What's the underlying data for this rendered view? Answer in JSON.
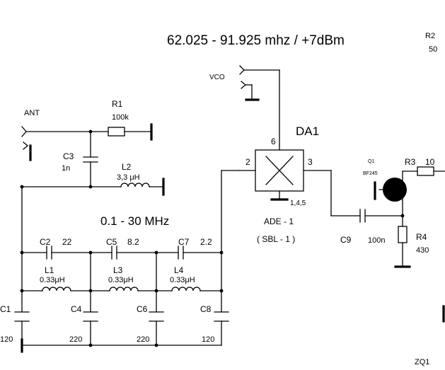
{
  "title": "62.025 - 91.925  mhz / +7dBm",
  "band": "0.1 - 30 MHz",
  "ports": {
    "ant": "ANT",
    "vco": "VCO"
  },
  "mixer": {
    "ref": "DA1",
    "model": "ADE - 1",
    "alt": "( SBL - 1 )",
    "pin_rf": "2",
    "pin_lo": "6",
    "pin_if": "3",
    "pin_gnd": "1,4,5"
  },
  "components": {
    "R1": {
      "ref": "R1",
      "value": "100k"
    },
    "R2": {
      "ref": "R2",
      "value": "50"
    },
    "R3": {
      "ref": "R3",
      "value": "10"
    },
    "R4": {
      "ref": "R4",
      "value": "430"
    },
    "C1": {
      "ref": "C1",
      "value": "120"
    },
    "C2": {
      "ref": "C2",
      "value": "22"
    },
    "C3": {
      "ref": "C3",
      "value": "1n"
    },
    "C4": {
      "ref": "C4",
      "value": "220"
    },
    "C5": {
      "ref": "C5",
      "value": "8.2"
    },
    "C6": {
      "ref": "C6",
      "value": "220"
    },
    "C7": {
      "ref": "C7",
      "value": "2.2"
    },
    "C8": {
      "ref": "C8",
      "value": "120"
    },
    "C9": {
      "ref": "C9",
      "value": "100n"
    },
    "L1": {
      "ref": "L1",
      "value": "0.33μH"
    },
    "L2": {
      "ref": "L2",
      "value": "3,3 μH"
    },
    "L3": {
      "ref": "L3",
      "value": "0.33μH"
    },
    "L4": {
      "ref": "L4",
      "value": "0.33μH"
    },
    "Q1": {
      "ref": "Q1",
      "model": "BF245"
    },
    "ZQ1": {
      "ref": "ZQ1"
    }
  }
}
